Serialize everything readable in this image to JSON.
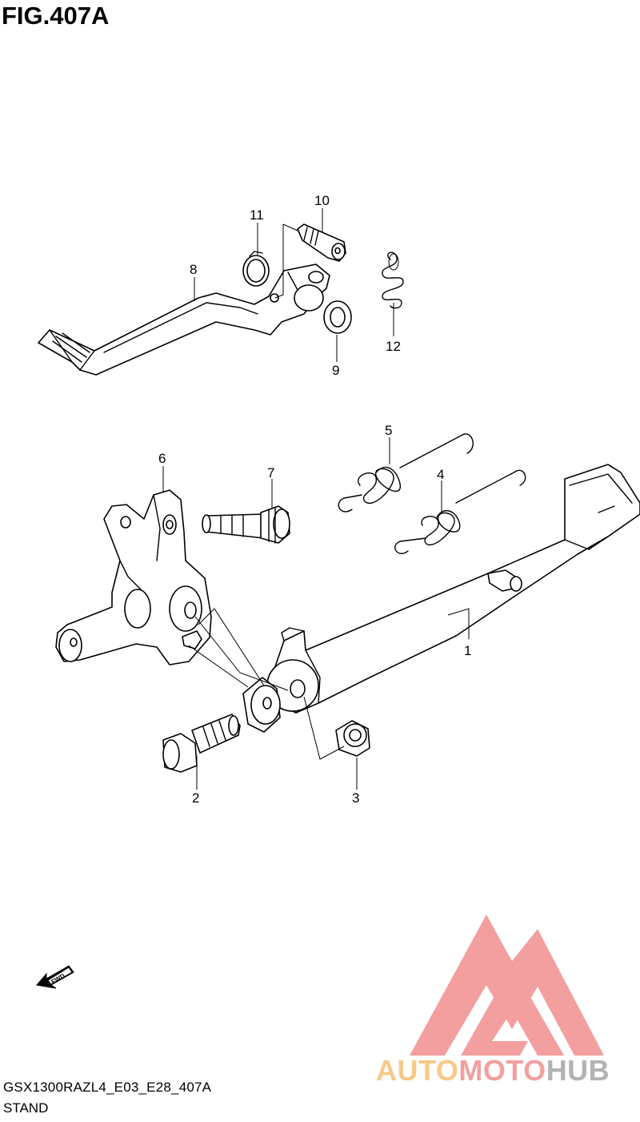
{
  "figure": {
    "title": "FIG.407A",
    "model_code": "GSX1300RAZL4_E03_E28_407A",
    "section_name": "STAND"
  },
  "callouts": [
    {
      "number": "1"
    },
    {
      "number": "2"
    },
    {
      "number": "3"
    },
    {
      "number": "4"
    },
    {
      "number": "5"
    },
    {
      "number": "6"
    },
    {
      "number": "7"
    },
    {
      "number": "8"
    },
    {
      "number": "9"
    },
    {
      "number": "10"
    },
    {
      "number": "11"
    },
    {
      "number": "12"
    }
  ],
  "fwd_label": "FWD",
  "watermark": {
    "part1": "AUTO",
    "part2": "MOTO",
    "part3": "HUB",
    "colors": {
      "auto": "#f7c987",
      "moto": "#f2a0a0",
      "hub": "#b3b3b3",
      "logo": "#f08c8c"
    }
  },
  "icons": [
    "fwd-arrow-icon",
    "automotohub-logo-icon"
  ]
}
